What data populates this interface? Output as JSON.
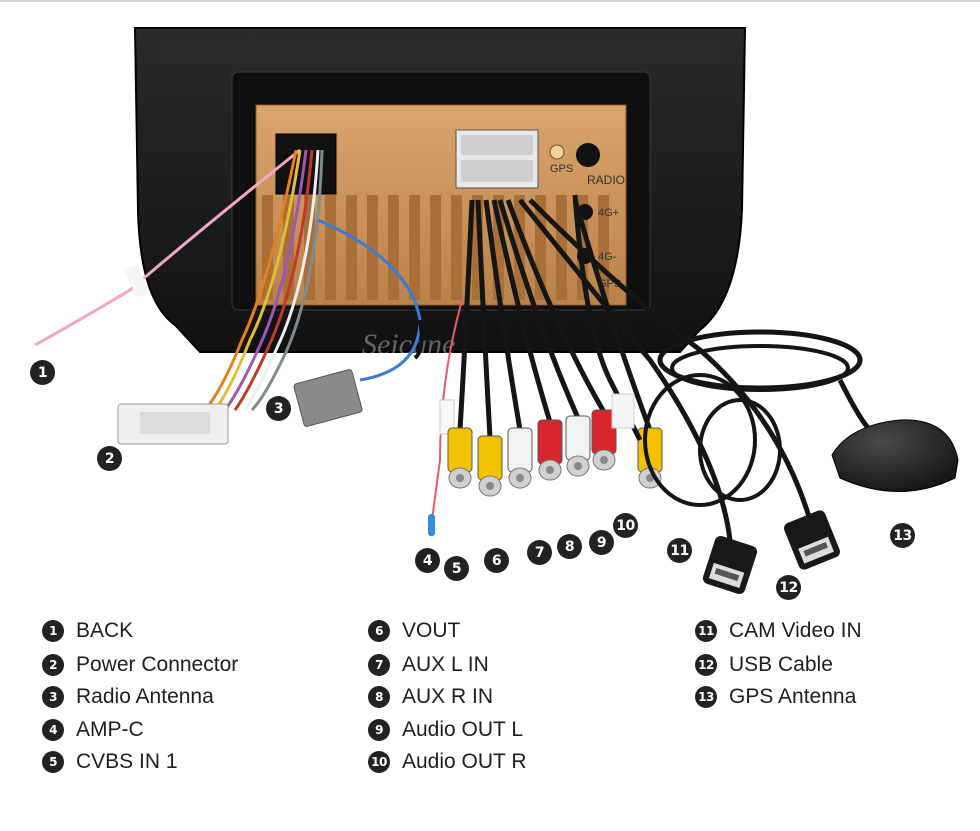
{
  "watermark": "Seicane",
  "labels": {
    "gps": "GPS",
    "radio": "RADIO",
    "fourg_plus": "4G+",
    "fourg_minus": "4G-",
    "gps_bottom": "GPS"
  },
  "markers": [
    "1",
    "2",
    "3",
    "4",
    "5",
    "6",
    "7",
    "8",
    "9",
    "10",
    "11",
    "12",
    "13"
  ],
  "legend": [
    {
      "num": "1",
      "label": "BACK"
    },
    {
      "num": "2",
      "label": "Power Connector"
    },
    {
      "num": "3",
      "label": "Radio Antenna"
    },
    {
      "num": "4",
      "label": "AMP-C"
    },
    {
      "num": "5",
      "label": "CVBS IN 1"
    },
    {
      "num": "6",
      "label": "VOUT"
    },
    {
      "num": "7",
      "label": "AUX L IN"
    },
    {
      "num": "8",
      "label": "AUX R IN"
    },
    {
      "num": "9",
      "label": "Audio OUT L"
    },
    {
      "num": "10",
      "label": "Audio OUT R"
    },
    {
      "num": "11",
      "label": "CAM Video IN"
    },
    {
      "num": "12",
      "label": "USB Cable"
    },
    {
      "num": "13",
      "label": "GPS Antenna"
    }
  ],
  "colors": {
    "housing": "#1c1c1e",
    "board": "#c9935a",
    "rca_yellow": "#f2c200",
    "rca_white": "#f2f2f2",
    "rca_red": "#d8262c",
    "cable_black": "#151515",
    "pink_wire": "#f4a6c8",
    "blue_wire": "#3a7bd5",
    "plug_white": "#efefef",
    "plug_grey": "#8a8a8a"
  }
}
